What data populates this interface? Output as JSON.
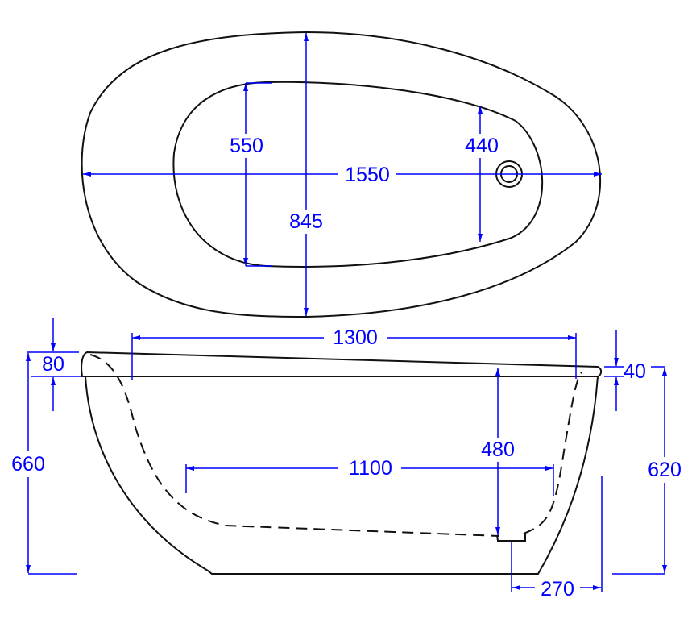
{
  "colors": {
    "outline": "#111111",
    "dimension": "#0000ff"
  },
  "top_view": {
    "length": "1550",
    "width": "845",
    "inner_width_head": "550",
    "inner_width_foot": "440"
  },
  "side_view": {
    "rim_length": "1300",
    "rim_height_head": "80",
    "rim_height_foot": "40",
    "total_height_head": "660",
    "total_height_foot": "620",
    "inner_depth": "480",
    "floor_length": "1100",
    "drain_offset": "270"
  }
}
